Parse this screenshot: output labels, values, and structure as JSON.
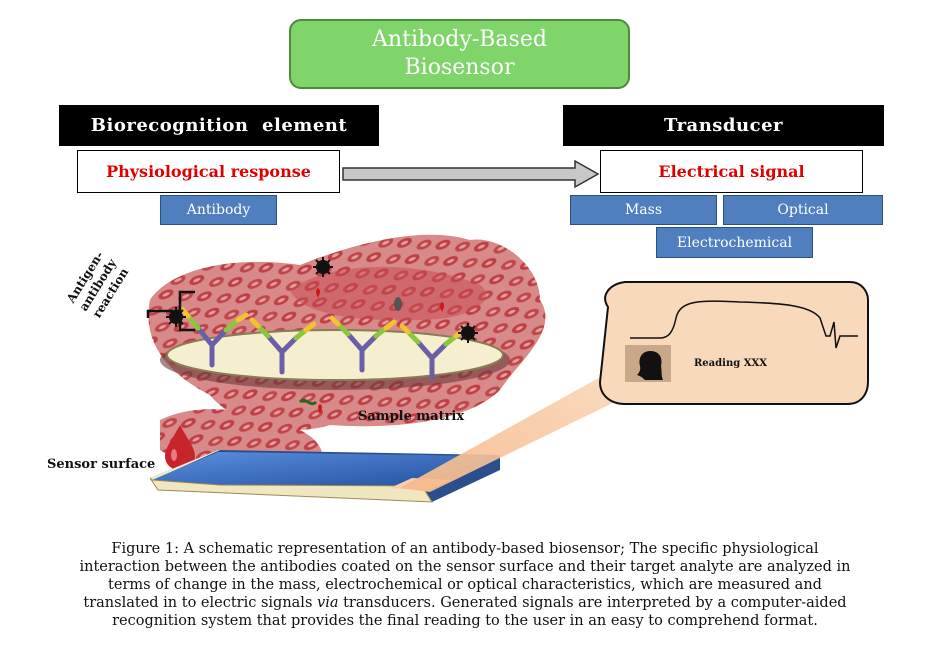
{
  "title": "Antibody-Based\nBiosensor",
  "left_header": "Biorecognition  element",
  "right_header": "Transducer",
  "left_box": "Physiological response",
  "right_box": "Electrical signal",
  "antibody_label": "Antibody",
  "transducer_types": [
    "Mass",
    "Optical",
    "Electrochemical"
  ],
  "labels": {
    "antigen_reaction": "Antigen-antibody reaction",
    "sample_matrix": "Sample matrix",
    "sensor_surface": "Sensor surface",
    "reading": "Reading XXX"
  },
  "caption": {
    "part1": "Figure 1: A schematic representation of an antibody-based biosensor; The specific physiological interaction between the antibodies coated on the sensor surface and their target analyte are analyzed in terms of change in the mass, electrochemical or optical characteristics, which are measured and translated in to electric signals ",
    "via": "via",
    "part2": " transducers. Generated signals are interpreted by a computer-aided recognition system that provides the final reading to the user in an easy to comprehend format."
  },
  "colors": {
    "title_green": "#7fd46a",
    "response_red": "#e00000",
    "box_blue": "#4f7fbf",
    "blood_red": "#c8242b",
    "sensor_blue": "#3a6fc4",
    "reader_peach": "#f8cfa8"
  }
}
